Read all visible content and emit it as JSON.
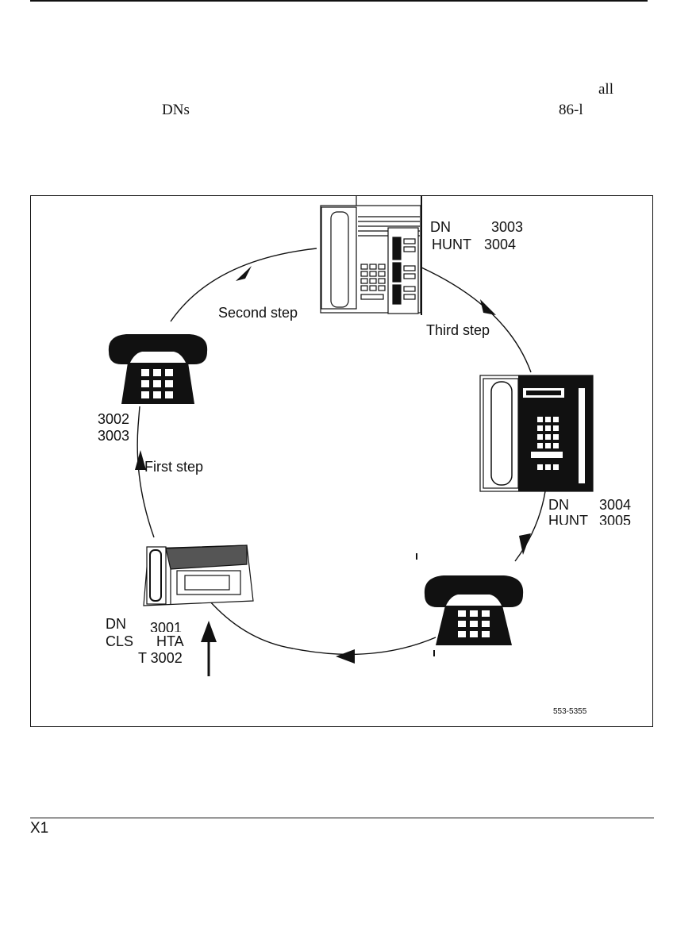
{
  "top_fragments": {
    "all": "all",
    "dns": "DNs",
    "ref": "86-l"
  },
  "figure": {
    "phone_top": {
      "dn_label": "DN",
      "dn_value": "3003",
      "hunt_label": "HUNT",
      "hunt_value": "3004"
    },
    "phone_left": {
      "line1": "3002",
      "line2": "3003"
    },
    "phone_right": {
      "dn_label": "DN",
      "dn_value": "3004",
      "hunt_label": "HUNT",
      "hunt_value": "3005"
    },
    "phone_bottom_left": {
      "dn_label": "DN",
      "dn_value": "3001",
      "cls_label": "CLS",
      "cls_value": "HTA",
      "hunt_line": "T 3002"
    },
    "steps": {
      "first": "First step",
      "second": "Second step",
      "third": "Third step"
    },
    "figure_code": "553-5355"
  },
  "footer": {
    "mark": "X1"
  }
}
